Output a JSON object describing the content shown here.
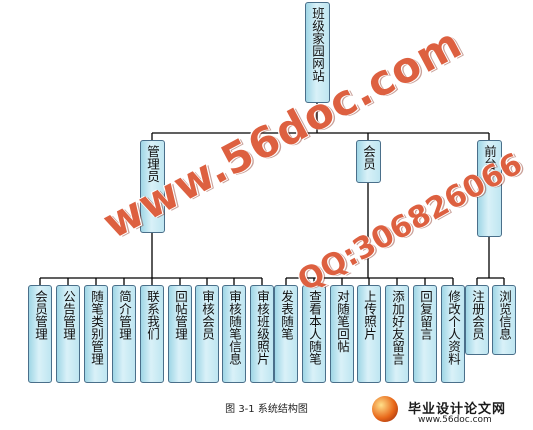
{
  "diagram": {
    "root": "班级家园网站",
    "level1": [
      "管理员",
      "会员",
      "前台"
    ],
    "admin_children": [
      "会员管理",
      "公告管理",
      "随笔类别管理",
      "简介管理",
      "联系我们",
      "回帖管理",
      "审核会员",
      "审核随笔信息",
      "审核班级照片"
    ],
    "member_children": [
      "发表随笔",
      "查看本人随笔",
      "对随笔回帖",
      "上传照片",
      "添加好友留言",
      "回复留言",
      "修改个人资料"
    ],
    "front_children": [
      "注册会员",
      "浏览信息"
    ],
    "caption": "图 3-1 系统结构图"
  },
  "watermark": {
    "site": "www.56doc.com",
    "qq": "QQ:306826066",
    "brand": "毕业设计论文网",
    "brand_url": "www.56doc.com"
  }
}
